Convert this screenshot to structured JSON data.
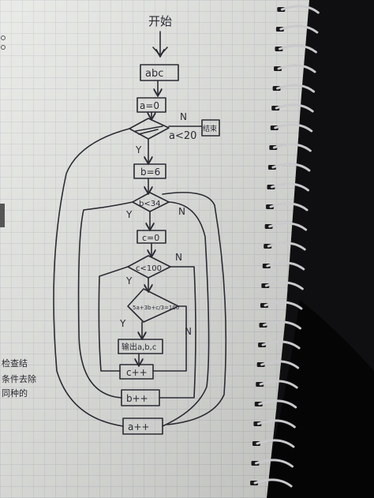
{
  "flowchart": {
    "start": "开始",
    "init_abc": "abc",
    "assign_a": "a=0",
    "cond_a": "a<20",
    "end_label": "结束",
    "assign_b": "b=6",
    "cond_b": "b<34",
    "assign_c": "c=0",
    "cond_c": "c<100",
    "cond_sum": "5a+3b+c/3=100",
    "output": "输出a,b,c",
    "inc_c": "c++",
    "inc_b": "b++",
    "inc_a": "a++",
    "yes": "Y",
    "no": "N"
  },
  "margin_note": [
    "检查结",
    "条件去除",
    "同种的"
  ],
  "colors": {
    "paper": "#e6e8e4",
    "grid": "#b9bcc4",
    "ink": "#2b2b33",
    "binding": "#0d0d0f"
  }
}
